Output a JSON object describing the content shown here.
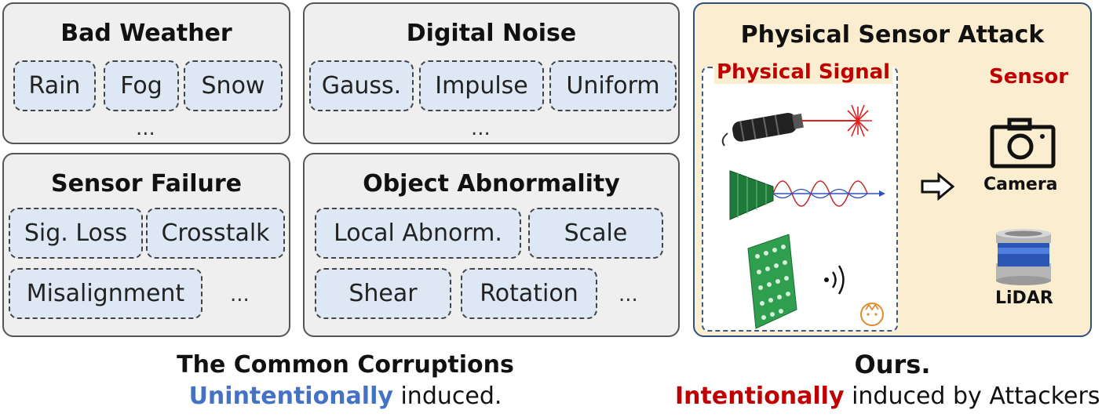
{
  "bad_weather": {
    "title": "Bad Weather",
    "chips": [
      "Rain",
      "Fog",
      "Snow"
    ],
    "more": "..."
  },
  "digital_noise": {
    "title": "Digital Noise",
    "chips": [
      "Gauss.",
      "Impulse",
      "Uniform"
    ],
    "more": "..."
  },
  "sensor_failure": {
    "title": "Sensor Failure",
    "chips": [
      "Sig. Loss",
      "Crosstalk",
      "Misalignment"
    ],
    "more": "..."
  },
  "object_abnormality": {
    "title": "Object Abnormality",
    "chips": [
      "Local Abnorm.",
      "Scale",
      "Shear",
      "Rotation"
    ],
    "more": "..."
  },
  "physical_attack": {
    "title": "Physical Sensor Attack",
    "signal_label": "Physical Signal",
    "sensor_label": "Sensor",
    "camera_label": "Camera",
    "lidar_label": "LiDAR"
  },
  "captions": {
    "left_title": "The Common Corruptions",
    "left_highlight": "Unintentionally",
    "left_rest": " induced.",
    "right_title": "Ours.",
    "right_highlight": "Intentionally",
    "right_rest": " induced by Attackers"
  },
  "colors": {
    "blue_highlight": "#4472c4",
    "red_highlight": "#c00000",
    "chip_fill": "#dde8f4",
    "panel_fill": "#efefef",
    "attack_fill": "#fbeed0"
  }
}
